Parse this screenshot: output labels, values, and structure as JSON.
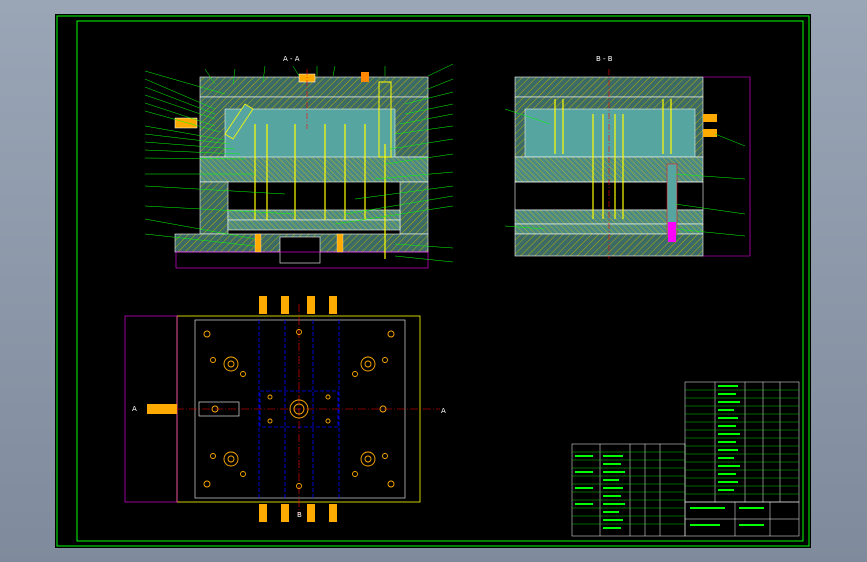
{
  "app": {
    "title": ""
  },
  "drawing": {
    "section_a": "A - A",
    "section_b": "B - B",
    "cut_left_a": "A",
    "cut_right_a": "A",
    "cut_bottom_b": "B"
  },
  "colors": {
    "background": "#000000",
    "frame": "#00ff00",
    "plate_fill": "#57a5a0",
    "hatch": "#b4b400",
    "outline": "#ffffff",
    "pin": "#ffff00",
    "dimension": "#ff00ff",
    "centerline": "#ff0000",
    "hidden": "#0000ff",
    "leader": "#00ff00",
    "screw": "#ffaa00"
  }
}
